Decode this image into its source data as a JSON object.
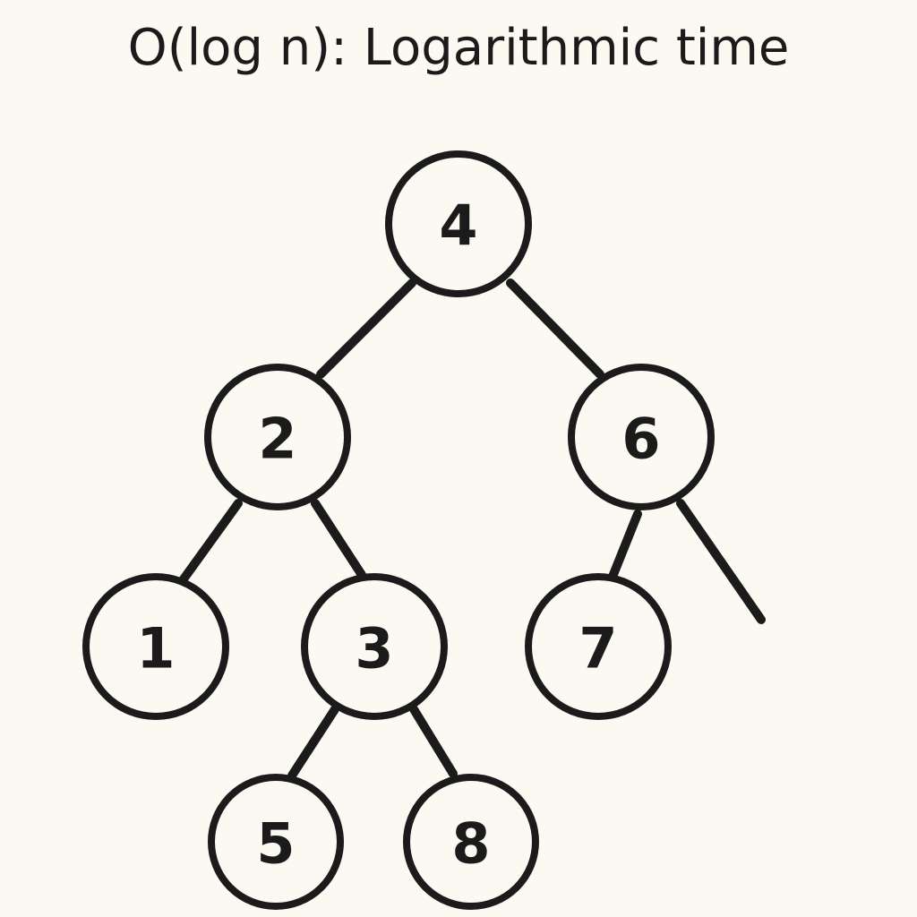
{
  "title": "O(log n): Logarithmic time",
  "colors": {
    "background": "#fcf9f3",
    "ink": "#1b1b1b"
  },
  "tree": {
    "nodes": [
      {
        "id": "n4",
        "label": "4"
      },
      {
        "id": "n2",
        "label": "2"
      },
      {
        "id": "n6",
        "label": "6"
      },
      {
        "id": "n1",
        "label": "1"
      },
      {
        "id": "n3",
        "label": "3"
      },
      {
        "id": "n7",
        "label": "7"
      },
      {
        "id": "n5",
        "label": "5"
      },
      {
        "id": "n8",
        "label": "8"
      }
    ],
    "edges": [
      {
        "from": "n4",
        "to": "n2"
      },
      {
        "from": "n4",
        "to": "n6"
      },
      {
        "from": "n2",
        "to": "n1"
      },
      {
        "from": "n2",
        "to": "n3"
      },
      {
        "from": "n6",
        "to": "n7"
      },
      {
        "from": "n6",
        "to": null
      },
      {
        "from": "n3",
        "to": "n5"
      },
      {
        "from": "n3",
        "to": "n8"
      }
    ]
  }
}
